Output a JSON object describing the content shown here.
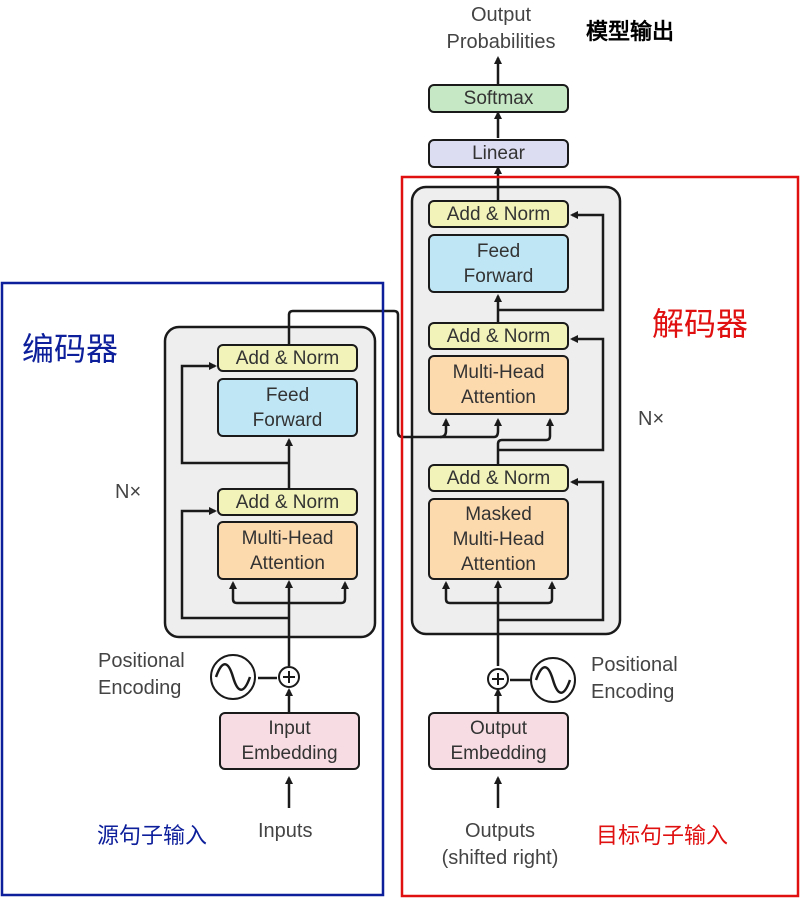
{
  "output": {
    "label": "Output\nProbabilities",
    "cn_label": "模型输出",
    "softmax": "Softmax",
    "linear": "Linear"
  },
  "encoder": {
    "cn_title": "编码器",
    "add_norm_top": "Add & Norm",
    "feed_forward": "Feed\nForward",
    "add_norm_bottom": "Add & Norm",
    "multi_head": "Multi-Head\nAttention",
    "nx": "N×",
    "positional": "Positional\nEncoding",
    "embedding": "Input\nEmbedding",
    "input_label": "Inputs",
    "cn_input": "源句子输入"
  },
  "decoder": {
    "cn_title": "解码器",
    "add_norm_1": "Add & Norm",
    "feed_forward": "Feed\nForward",
    "add_norm_2": "Add & Norm",
    "multi_head": "Multi-Head\nAttention",
    "add_norm_3": "Add & Norm",
    "masked": "Masked\nMulti-Head\nAttention",
    "nx": "N×",
    "positional": "Positional\nEncoding",
    "embedding": "Output\nEmbedding",
    "output_label": "Outputs\n(shifted right)",
    "cn_input": "目标句子输入"
  },
  "colors": {
    "encoder_frame": "#0d1f9a",
    "decoder_frame": "#e01010",
    "add_norm": "#f1f3b8",
    "feed_forward": "#bfe6f5",
    "attention": "#fdd9ae",
    "embedding": "#f7dde3",
    "linear": "#dcdcf3",
    "softmax": "#c6e8c4",
    "stack_bg": "#eeeeee"
  }
}
